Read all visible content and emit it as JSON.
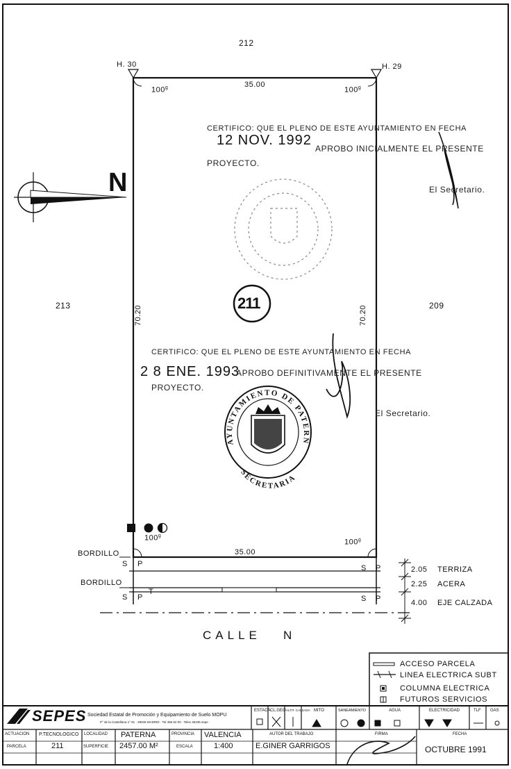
{
  "plot": {
    "parcel_number": "211",
    "neighbor_top": "212",
    "neighbor_left": "213",
    "neighbor_right": "209",
    "corner_left": "H. 30",
    "corner_right": "H. 29",
    "angle": "100",
    "angle_unit": "g",
    "width_top": "35.00",
    "width_bottom": "35.00",
    "length_left": "70.20",
    "length_right": "70.20",
    "north_letter": "N",
    "street_name": "CALLE   N",
    "curb_label_1": "BORDILLO",
    "curb_label_2": "BORDILLO",
    "sp_s": "S",
    "sp_p": "P",
    "sp_t": "T",
    "dim_terrace_value": "2.05",
    "dim_terrace_label": "TERRIZA",
    "dim_sidewalk_value": "2.25",
    "dim_sidewalk_label": "ACERA",
    "dim_axis_value": "4.00",
    "dim_axis_label": "EJE CALZADA"
  },
  "certificate_1": {
    "line1": "CERTIFICO: QUE EL PLENO DE ESTE AYUNTAMIENTO EN FECHA",
    "date": "12 NOV. 1992",
    "line2": "APROBO INICIALMENTE EL PRESENTE",
    "line3": "PROYECTO.",
    "signer": "El Secretario."
  },
  "certificate_2": {
    "line1": "CERTIFICO: QUE EL PLENO DE ESTE AYUNTAMIENTO EN FECHA",
    "date": "2 8 ENE. 1993",
    "line2": "APROBO DEFINITIVAMENTE EL PRESENTE",
    "line3": "PROYECTO.",
    "signer": "El Secretario.",
    "seal_text_top": "AYUNTAMIENTO DE PATERNA",
    "seal_text_bottom": "SECRETARIA"
  },
  "legend": {
    "items": [
      {
        "label": "ACCESO PARCELA"
      },
      {
        "label": "LINEA ELECTRICA SUBT"
      },
      {
        "label": "COLUMNA ELECTRICA"
      },
      {
        "label": "FUTUROS SERVICIOS"
      }
    ]
  },
  "title_block": {
    "logo": "SEPES",
    "company": "Sociedad Estatal de Promoción y Equipamiento de Suelo  MOPU",
    "company_sub": "P° de la Castellana n° 91 · 28046 MADRID · Tel 456 62 00 · Telex 45435 sepe",
    "service_headers": [
      "ESTACA",
      "CL.GEO",
      "ALTIT. CALZADA",
      "MITO",
      "SANEAMIENTO",
      "AGUA",
      "ELECTRICIDAD",
      "TLF",
      "GAS"
    ],
    "lbl_actuacion": "ACTUACION",
    "val_actuacion": "P.TECNOLOGICO",
    "lbl_parcela": "PARCELA",
    "val_parcela": "211",
    "lbl_localidad": "LOCALIDAD",
    "val_localidad": "PATERNA",
    "lbl_superficie": "SUPERFICIE",
    "val_superficie": "2457.00 M²",
    "lbl_provincia": "PROVINCIA",
    "val_provincia": "VALENCIA",
    "lbl_escala": "ESCALA",
    "val_escala": "1:400",
    "lbl_autor": "AUTOR  DEL  TRABAJO",
    "val_autor": "E.GINER GARRIGOS",
    "lbl_firma": "FIRMA",
    "lbl_fecha": "FECHA",
    "val_fecha": "OCTUBRE  1991"
  }
}
